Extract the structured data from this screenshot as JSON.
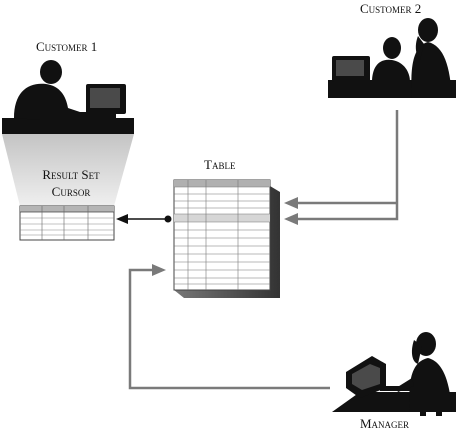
{
  "labels": {
    "customer1": "Customer 1",
    "customer2": "Customer 2",
    "table": "Table",
    "result_set_line1": "Result Set",
    "result_set_line2": "Cursor",
    "manager": "Manager"
  },
  "colors": {
    "silhouette": "#111111",
    "connector": "#7a7a7a",
    "result_arrow": "#111111",
    "beam_top": "#c8c8c8",
    "beam_bottom": "#eeeeee",
    "table_header": "#b5b5b5",
    "table_band": "#d9d9d9",
    "table_shadow": "#555555"
  },
  "icons": {
    "customer1": "person-at-computer-icon",
    "customer2": "two-people-at-computer-icon",
    "manager": "woman-at-computer-icon"
  }
}
